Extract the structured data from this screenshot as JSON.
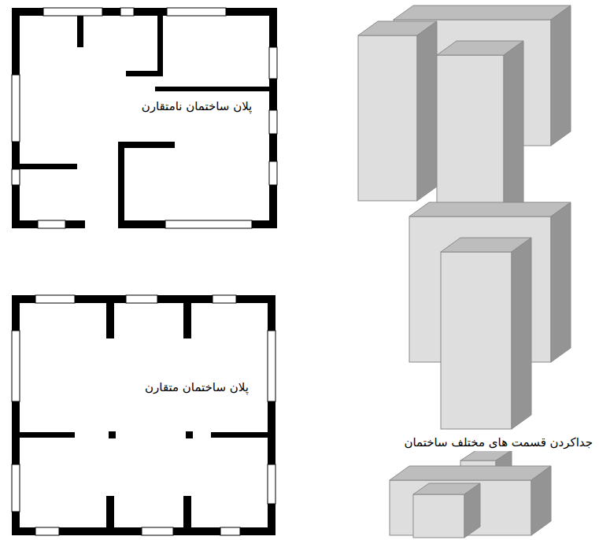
{
  "diagram": {
    "labels": [
      "پلان ساختمان نامتقارن",
      "پلان ساختمان متقارن",
      "جداکردن قسمت های مختلف ساختمان"
    ]
  }
}
